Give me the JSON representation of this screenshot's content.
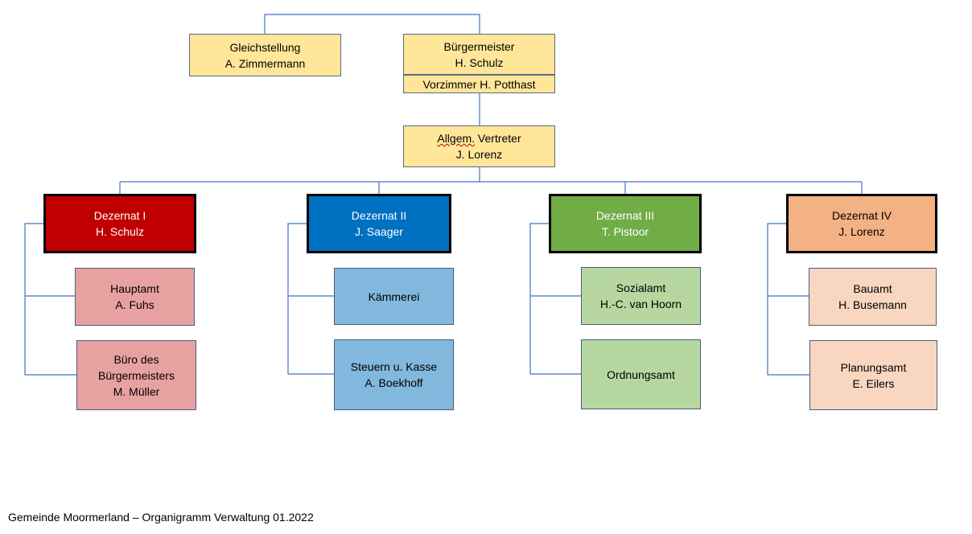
{
  "top": {
    "gleichstellung": {
      "title": "Gleichstellung",
      "name": "A. Zimmermann"
    },
    "buergermeister": {
      "title": "Bürgermeister",
      "name": "H. Schulz",
      "vorzimmer": "Vorzimmer H. Potthast"
    },
    "vertreter": {
      "title_a": "Allgem.",
      "title_b": " Vertreter",
      "name": "J. Lorenz"
    }
  },
  "dezernate": [
    {
      "title": "Dezernat I",
      "name": "H. Schulz",
      "color": "#c00000",
      "units": [
        {
          "line1": "Hauptamt",
          "line2": "A. Fuhs"
        },
        {
          "line1": "Büro des",
          "line2": "Bürgermeisters",
          "line3": "M. Müller"
        }
      ]
    },
    {
      "title": "Dezernat II",
      "name": "J. Saager",
      "color": "#0070c0",
      "units": [
        {
          "line1": "Kämmerei"
        },
        {
          "line1": "Steuern u. Kasse",
          "line2": "A. Boekhoff"
        }
      ]
    },
    {
      "title": "Dezernat III",
      "name": "T. Pistoor",
      "color": "#70ad47",
      "units": [
        {
          "line1": "Sozialamt",
          "line2": "H.-C. van Hoorn"
        },
        {
          "line1": "Ordnungsamt"
        }
      ]
    },
    {
      "title": "Dezernat IV",
      "name": "J. Lorenz",
      "color": "#f4b183",
      "units": [
        {
          "line1": "Bauamt",
          "line2": "H. Busemann"
        },
        {
          "line1": "Planungsamt",
          "line2": "E. Eilers"
        }
      ]
    }
  ],
  "footer": "Gemeinde Moormerland – Organigramm Verwaltung 01.2022"
}
